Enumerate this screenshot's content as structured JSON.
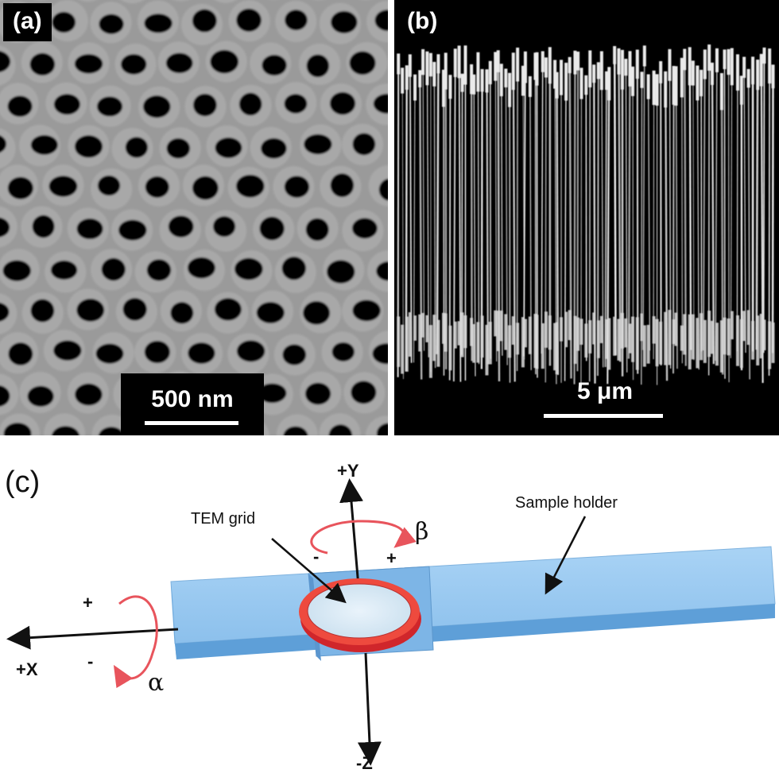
{
  "panel_a": {
    "label": "(a)",
    "scale_bar": "500 nm"
  },
  "panel_b": {
    "label": "(b)",
    "scale_bar": "5 μm"
  },
  "panel_c": {
    "label": "(c)",
    "axis_y": "+Y",
    "axis_x": "+X",
    "axis_z": "-Z",
    "tem_grid": "TEM grid",
    "sample_holder": "Sample holder",
    "beta": "β",
    "alpha": "α",
    "beta_minus": "-",
    "beta_plus": "+",
    "alpha_plus": "+",
    "alpha_minus": "-"
  },
  "colors": {
    "holder": "#8fc3ef",
    "rotation_arrow": "#e8545c",
    "grid_ring": "#e53a2f"
  }
}
